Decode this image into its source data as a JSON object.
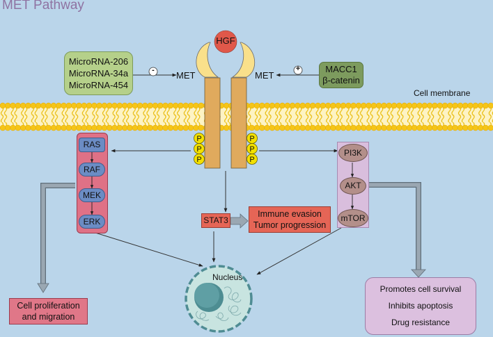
{
  "title": "MET Pathway",
  "colors": {
    "background": "#bad5ea",
    "title": "#8f73a2",
    "membrane_head": "#f5c518",
    "receptor": "#e0aa5d",
    "ligand_cup": "#f9e08b",
    "hgf": "#e0584a",
    "phospho": "#f2e000",
    "mirna_box": "#b5d08a",
    "macc1_box": "#7d9b5e",
    "ras_panel": "#df7186",
    "ras_node": "#6b8cc4",
    "pi3k_panel": "#d9bedd",
    "pi3k_node": "#b38f8a",
    "stat3": "#e56556",
    "outcome_pink": "#e07788",
    "outcome_lilac": "#dcc0df",
    "arrow_gray": "#8d9aa6",
    "nucleus": "#c8e4e0",
    "nucleolus": "#4d8d92"
  },
  "ligand": {
    "label": "HGF"
  },
  "receptor": {
    "phospho_label": "P",
    "phospho_count_per_side": 3
  },
  "membrane": {
    "label": "Cell membrane"
  },
  "regulators": {
    "negative": {
      "lines": [
        "MicroRNA-206",
        "MicroRNA-34a",
        "MicroRNA-454"
      ],
      "sign": "-",
      "target": "MET"
    },
    "positive": {
      "lines": [
        "MACC1",
        "β-catenin"
      ],
      "sign": "+",
      "target": "MET"
    }
  },
  "mapk_pathway": {
    "nodes": [
      "RAS",
      "RAF",
      "MEK",
      "ERK"
    ]
  },
  "pi3k_pathway": {
    "nodes": [
      "PI3K",
      "AKT",
      "mTOR"
    ]
  },
  "stat3": {
    "label": "STAT3",
    "outcome_lines": [
      "Immune evasion",
      "Tumor progression"
    ]
  },
  "nucleus": {
    "label": "Nucleus"
  },
  "outcomes": {
    "mapk": [
      "Cell proliferation",
      "and migration"
    ],
    "pi3k": [
      "Promotes cell survival",
      "Inhibits apoptosis",
      "Drug resistance"
    ]
  }
}
